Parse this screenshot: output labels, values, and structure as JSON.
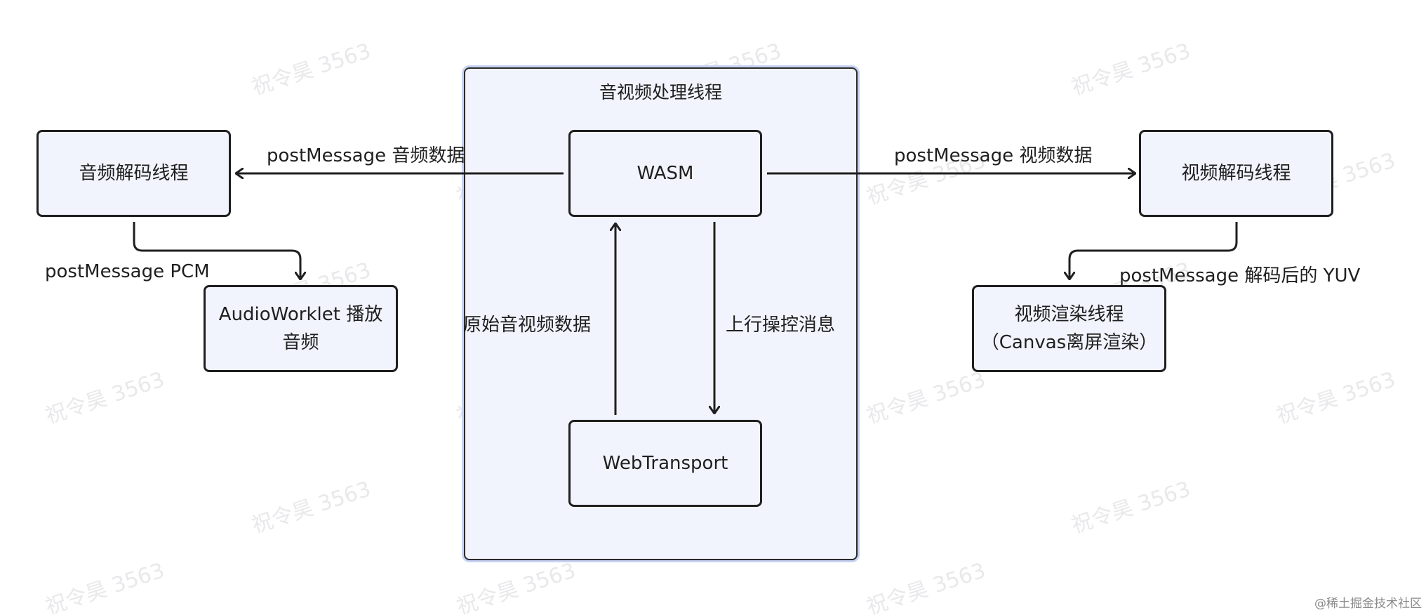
{
  "watermark": "祝令昊 3563",
  "footer_credit": "@稀土掘金技术社区",
  "group": {
    "title": "音视频处理线程"
  },
  "nodes": {
    "wasm": "WASM",
    "webtransport": "WebTransport",
    "audio_decode": "音频解码线程",
    "video_decode": "视频解码线程",
    "audioworklet_line1": "AudioWorklet 播放",
    "audioworklet_line2": "音频",
    "video_render_line1": "视频渲染线程",
    "video_render_line2": "（Canvas离屏渲染）"
  },
  "edges": {
    "audio_data": "postMessage 音频数据",
    "video_data": "postMessage 视频数据",
    "pcm": "postMessage PCM",
    "yuv": "postMessage 解码后的 YUV",
    "raw_av": "原始音视频数据",
    "uplink": "上行操控消息"
  },
  "colors": {
    "group_fill": "#f1f4fc",
    "group_halo": "#c8d3f3",
    "node_fill": "#f1f4fc",
    "stroke": "#1f1f1f",
    "watermark": "#e9e9ec"
  }
}
